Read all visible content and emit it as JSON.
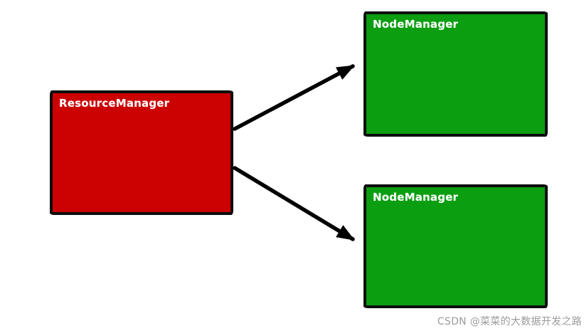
{
  "diagram": {
    "nodes": [
      {
        "id": "resource-manager",
        "label": "ResourceManager",
        "fill": "#cc0101",
        "text_color": "#ffffff"
      },
      {
        "id": "node-manager-1",
        "label": "NodeManager",
        "fill": "#0a9e10",
        "text_color": "#ffffff"
      },
      {
        "id": "node-manager-2",
        "label": "NodeManager",
        "fill": "#0a9e10",
        "text_color": "#ffffff"
      }
    ],
    "edges": [
      {
        "from": "resource-manager",
        "to": "node-manager-1"
      },
      {
        "from": "resource-manager",
        "to": "node-manager-2"
      }
    ],
    "edge_color": "#000000",
    "border_color": "#0d0d0d",
    "background": "#ffffff"
  },
  "watermark": {
    "text": "CSDN @菜菜的大数据开发之路",
    "color": "#9b9b9b"
  }
}
